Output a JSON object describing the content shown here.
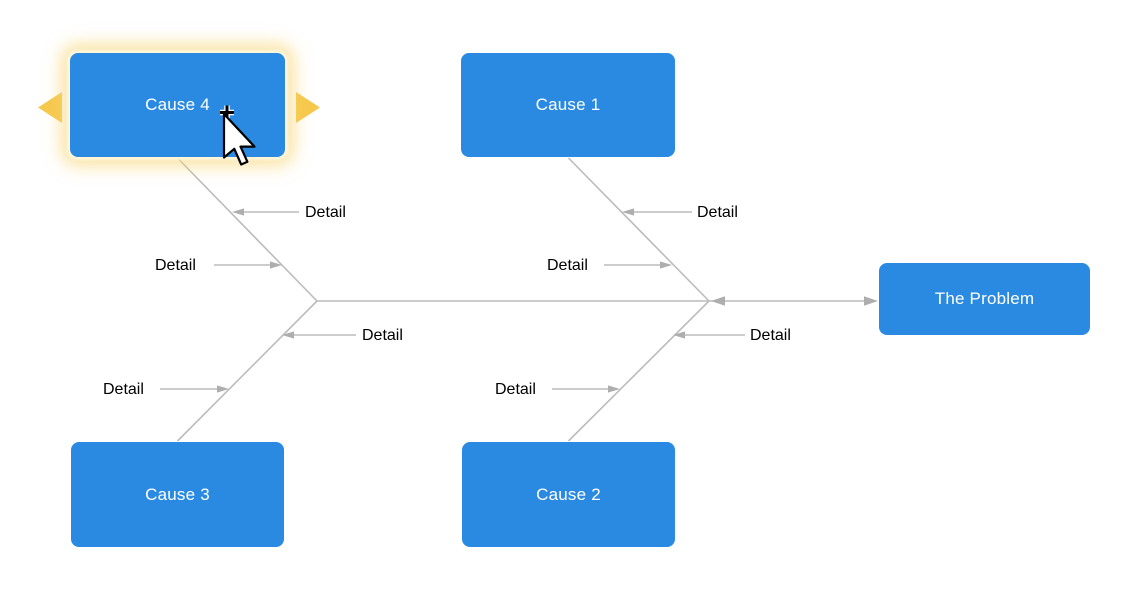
{
  "diagram": {
    "nodes": {
      "cause1": {
        "label": "Cause 1",
        "selected": false
      },
      "cause2": {
        "label": "Cause 2",
        "selected": false
      },
      "cause3": {
        "label": "Cause 3",
        "selected": false
      },
      "cause4": {
        "label": "Cause 4",
        "selected": true
      },
      "problem": {
        "label": "The Problem",
        "selected": false
      }
    },
    "connector_label": "Detail",
    "icons": {
      "left_direction_arrow": "triangle-left",
      "right_direction_arrow": "triangle-right",
      "cursor": "copy-pointer-plus"
    },
    "colors": {
      "canvas_background": "#ffffff",
      "node_fill": "#2a8ae2",
      "node_text": "#ffffff",
      "connector": "#bcbcbc",
      "arrowhead": "#aeaeae",
      "detail_text": "#000000",
      "direction_arrow": "#f6c84c",
      "selection_glow": "#f7d370"
    }
  }
}
